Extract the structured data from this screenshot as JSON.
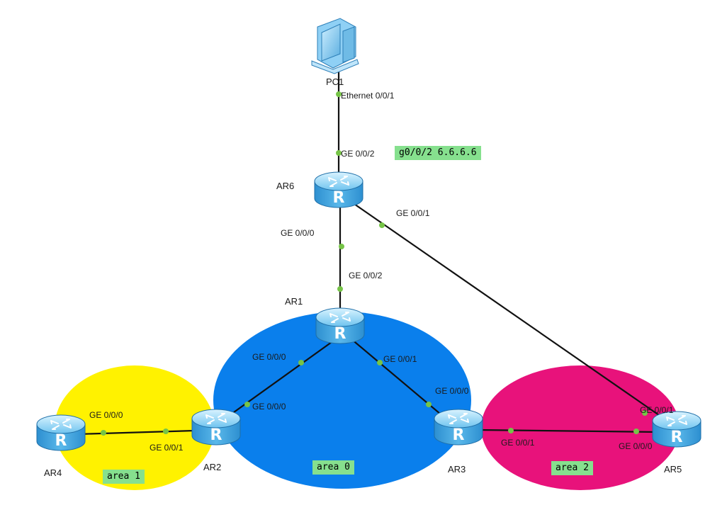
{
  "colors": {
    "area_0": "#0a7fec",
    "area_1": "#fff200",
    "area_2": "#e8127b",
    "note_background": "#86e08e",
    "port_dot": "#76c447",
    "link": "#111111"
  },
  "notes": {
    "ar6_address": "g0/0/2 6.6.6.6",
    "area_0": "area 0",
    "area_1": "area 1",
    "area_2": "area 2"
  },
  "devices": {
    "pc1": {
      "label": "PC1",
      "icon": "pc-icon"
    },
    "ar6": {
      "label": "AR6",
      "icon": "router-icon"
    },
    "ar1": {
      "label": "AR1",
      "icon": "router-icon"
    },
    "ar2": {
      "label": "AR2",
      "icon": "router-icon"
    },
    "ar3": {
      "label": "AR3",
      "icon": "router-icon"
    },
    "ar4": {
      "label": "AR4",
      "icon": "router-icon"
    },
    "ar5": {
      "label": "AR5",
      "icon": "router-icon"
    }
  },
  "ports": {
    "pc1_eth": "Ethernet 0/0/1",
    "ar6_g2": "GE 0/0/2",
    "ar6_g0": "GE 0/0/0",
    "ar6_g1": "GE 0/0/1",
    "ar1_g2": "GE 0/0/2",
    "ar1_g0": "GE 0/0/0",
    "ar1_g1": "GE 0/0/1",
    "ar2_g0": "GE 0/0/0",
    "ar2_g1": "GE 0/0/1",
    "ar4_g0": "GE 0/0/0",
    "ar3_g0": "GE 0/0/0",
    "ar3_g1": "GE 0/0/1",
    "ar5_g1": "GE 0/0/1",
    "ar5_g0": "GE 0/0/0"
  },
  "links": [
    {
      "from": "pc1",
      "to": "ar6"
    },
    {
      "from": "ar6",
      "to": "ar1"
    },
    {
      "from": "ar6",
      "to": "ar5"
    },
    {
      "from": "ar1",
      "to": "ar2"
    },
    {
      "from": "ar1",
      "to": "ar3"
    },
    {
      "from": "ar2",
      "to": "ar4"
    },
    {
      "from": "ar3",
      "to": "ar5"
    }
  ]
}
